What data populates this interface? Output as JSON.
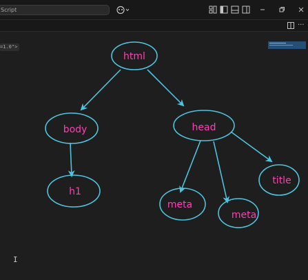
{
  "titlebar": {
    "search_text": "Script",
    "icons": [
      "copilot-icon",
      "layout-customize-icon",
      "toggle-primary-sidebar-icon",
      "toggle-panel-icon",
      "toggle-secondary-sidebar-icon",
      "minimize-icon",
      "restore-icon",
      "close-icon"
    ]
  },
  "tabbar": {
    "actions": [
      "split-editor-icon",
      "more-actions-icon"
    ],
    "more_label": "···"
  },
  "editor": {
    "inlay_hint": "=1.0\">"
  },
  "diagram": {
    "node_color": "#4fc3dc",
    "text_color": "#ff3fb4",
    "edge_color": "#4fc3dc",
    "nodes": {
      "html": "html",
      "body": "body",
      "h1": "h1",
      "head": "head",
      "meta1": "meta",
      "meta2": "meta",
      "title": "title"
    }
  },
  "cursor": "I"
}
